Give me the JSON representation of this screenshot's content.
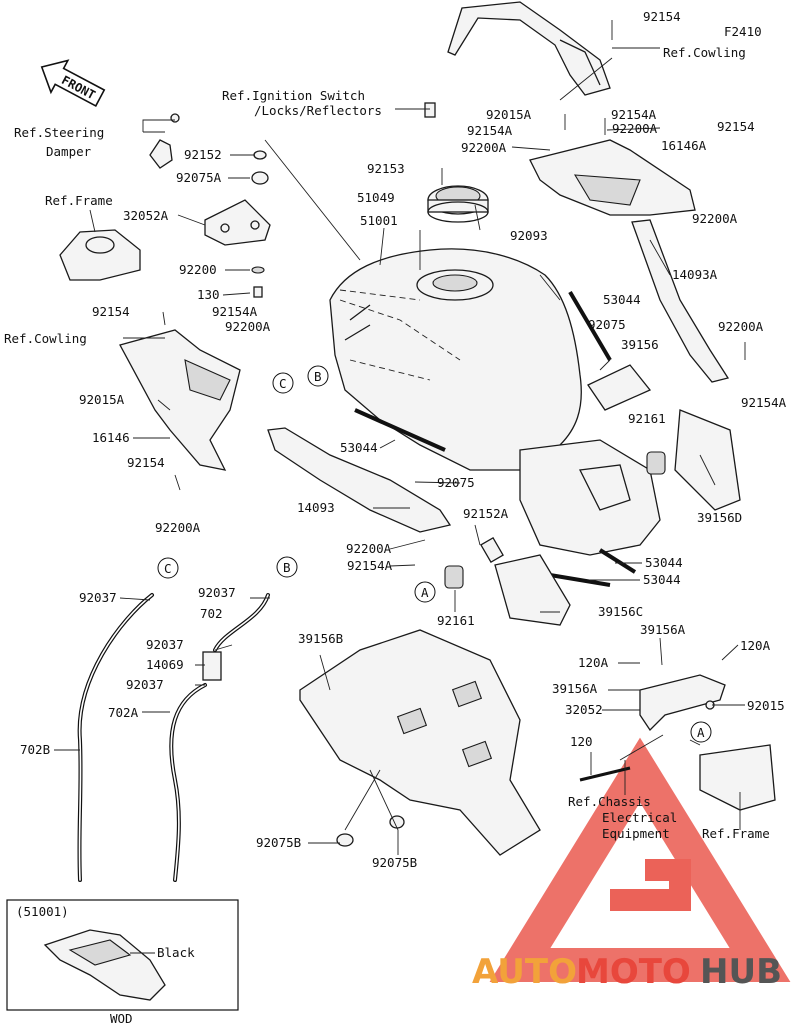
{
  "figure_code": "F2410",
  "front_arrow": "FRONT",
  "refs": {
    "ignition": "Ref.Ignition Switch",
    "ignition2": "/Locks/Reflectors",
    "steering": "Ref.Steering",
    "steering2": "Damper",
    "frame_top": "Ref.Frame",
    "cowling_left": "Ref.Cowling",
    "cowling_top": "Ref.Cowling",
    "chassis1": "Ref.Chassis",
    "chassis2": "Electrical",
    "chassis3": "Equipment",
    "frame_right": "Ref.Frame"
  },
  "callouts": {
    "a1": "A",
    "a2": "A",
    "b1": "B",
    "b2": "B",
    "c1": "C",
    "c2": "C"
  },
  "parts": {
    "p92154_top": "92154",
    "p92015A_top": "92015A",
    "p92154A_r1": "92154A",
    "p92154A_r2": "92154A",
    "p92200A_r1": "92200A",
    "p92200A_r2": "92200A",
    "p92154_r": "92154",
    "p16146A": "16146A",
    "p92200A_r3": "92200A",
    "p92153": "92153",
    "p51049": "51049",
    "p92093": "92093",
    "p51001": "51001",
    "p92152": "92152",
    "p92075A": "92075A",
    "p32052A": "32052A",
    "p92200": "92200",
    "p130": "130",
    "p92154_l": "92154",
    "p92154A_l": "92154A",
    "p92200A_l": "92200A",
    "p92015A_l": "92015A",
    "p16146": "16146",
    "p92154_l2": "92154",
    "p92200A_l2": "92200A",
    "p53044_top": "53044",
    "p92075_r": "92075",
    "p39156": "39156",
    "p14093A": "14093A",
    "p92200A_r4": "92200A",
    "p92154A_r3": "92154A",
    "p53044_mid": "53044",
    "p92161_top": "92161",
    "p92075_mid": "92075",
    "p39156D": "39156D",
    "p14093": "14093",
    "p92152A": "92152A",
    "p92200A_m": "92200A",
    "p92154A_m": "92154A",
    "p53044_r1": "53044",
    "p53044_r2": "53044",
    "p92161_bot": "92161",
    "p39156C": "39156C",
    "p92037_1": "92037",
    "p92037_2": "92037",
    "p702": "702",
    "p92037_3": "92037",
    "p14069": "14069",
    "p92037_4": "92037",
    "p702A": "702A",
    "p702B": "702B",
    "p39156B": "39156B",
    "p92075B_1": "92075B",
    "p92075B_2": "92075B",
    "p39156A_1": "39156A",
    "p120A_1": "120A",
    "p120A_2": "120A",
    "p39156A_2": "39156A",
    "p32052": "32052",
    "p92015": "92015",
    "p120": "120"
  },
  "inset": {
    "code": "(51001)",
    "color": "Black",
    "note": "WOD"
  },
  "watermark": {
    "auto": "AUTO",
    "moto": "MOTO",
    "hub": "HUB"
  },
  "colors": {
    "watermark_red": "#e8473c",
    "watermark_orange": "#f2a23a",
    "watermark_grey": "#555555"
  }
}
